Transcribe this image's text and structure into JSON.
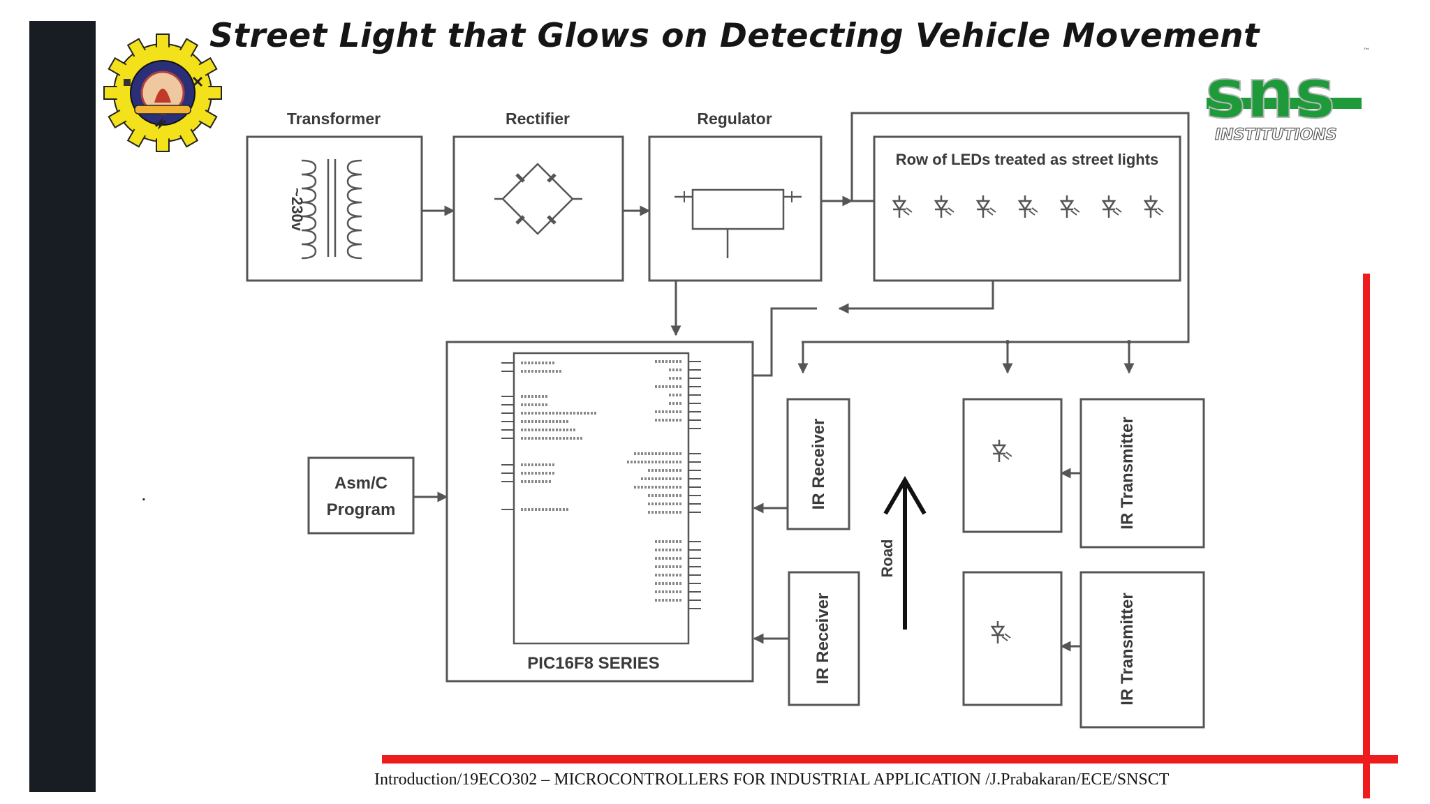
{
  "slide": {
    "title": "Street Light that Glows on Detecting Vehicle Movement",
    "bullet": ".",
    "footer": "Introduction/19ECO302 – MICROCONTROLLERS FOR INDUSTRIAL APPLICATION /J.Prabakaran/ECE/SNSCT"
  },
  "logos": {
    "college_icon": "gear-emblem-icon",
    "sns_text": "sns",
    "sns_subtext": "INSTITUTIONS",
    "sns_tm": "™"
  },
  "diagram": {
    "transformer": {
      "label": "Transformer",
      "voltage": "~230v"
    },
    "rectifier": {
      "label": "Rectifier"
    },
    "regulator": {
      "label": "Regulator"
    },
    "leds": {
      "label": "Row of LEDs treated as street lights"
    },
    "mcu": {
      "label": "PIC16F8 SERIES"
    },
    "program": {
      "line1": "Asm/C",
      "line2": "Program"
    },
    "ir_receiver_1": {
      "label": "IR Receiver"
    },
    "ir_receiver_2": {
      "label": "IR Receiver"
    },
    "ir_transmitter_1": {
      "label": "IR Transmitter"
    },
    "ir_transmitter_2": {
      "label": "IR Transmitter"
    },
    "road": {
      "label": "Road"
    }
  },
  "colors": {
    "accent_red": "#ee1c1c",
    "dark_bar": "#171d22",
    "sns_green": "#1f9a3a"
  }
}
